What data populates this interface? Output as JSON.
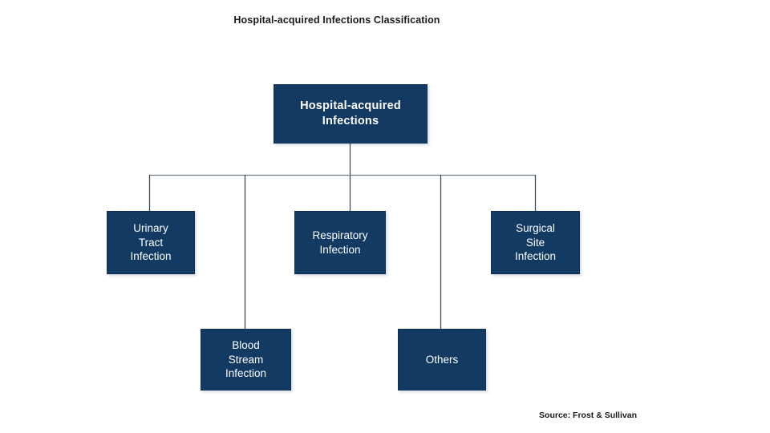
{
  "title": "Hospital-acquired Infections Classification",
  "source": "Source: Frost & Sullivan",
  "colors": {
    "node_fill": "#123A63",
    "node_text": "#ffffff",
    "connector": "#3f4a52",
    "background": "#ffffff",
    "title_text": "#1a1a1a"
  },
  "diagram": {
    "type": "tree",
    "root": {
      "id": "hospital-acquired-infections",
      "label": "Hospital-acquired\nInfections",
      "bold": true
    },
    "children": [
      {
        "id": "urinary-tract-infection",
        "label": "Urinary\nTract\nInfection"
      },
      {
        "id": "blood-stream-infection",
        "label": "Blood\nStream\nInfection"
      },
      {
        "id": "respiratory-infection",
        "label": "Respiratory\nInfection"
      },
      {
        "id": "others",
        "label": "Others"
      },
      {
        "id": "surgical-site-infection",
        "label": "Surgical\nSite\nInfection"
      }
    ]
  }
}
